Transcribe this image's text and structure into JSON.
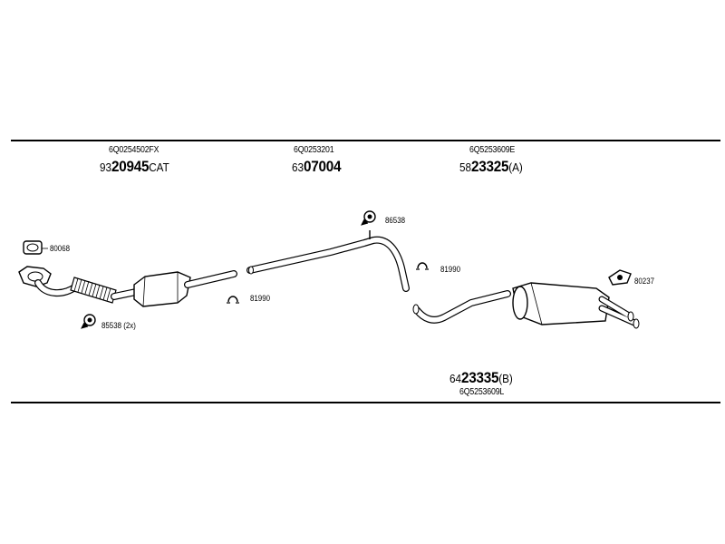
{
  "parts": {
    "front_pipe_cat": {
      "oe_number": "6Q0254502FX",
      "prefix": "93",
      "number": "20945",
      "suffix": "CAT"
    },
    "middle_pipe": {
      "oe_number": "6Q0253201",
      "prefix": "63",
      "number": "07004",
      "suffix": ""
    },
    "rear_silencer_a": {
      "oe_number": "6Q5253609E",
      "prefix": "58",
      "number": "23325",
      "suffix": "(A)"
    },
    "rear_silencer_b": {
      "oe_number": "6Q5253609L",
      "prefix": "64",
      "number": "23335",
      "suffix": "(B)"
    }
  },
  "accessories": {
    "gasket_front": "80068",
    "clamp_front": "85538 (2x)",
    "ring_mid_left": "81990",
    "clamp_mid": "86538",
    "ring_mid_right": "81990",
    "rubber_hanger": "80237"
  }
}
